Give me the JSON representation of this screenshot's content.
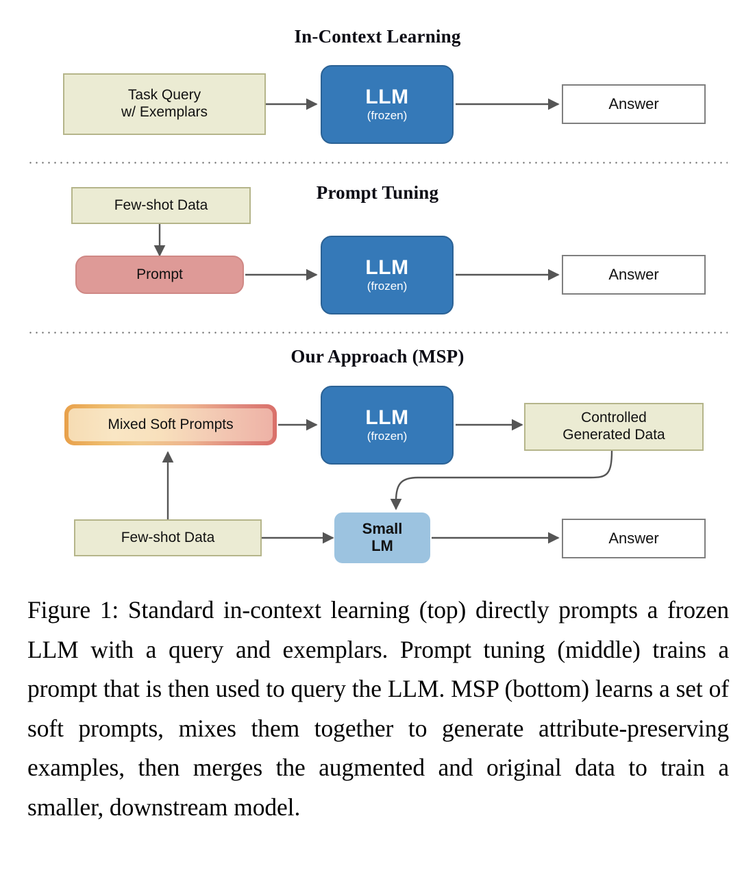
{
  "figure": {
    "caption": "Figure 1: Standard in-context learning (top) directly prompts a frozen LLM with a query and exemplars. Prompt tuning (middle) trains a prompt that is then used to query the LLM. MSP (bottom) learns a set of soft prompts, mixes them together to generate attribute-preserving examples, then merges the augmented and original data to train a smaller, downstream model."
  },
  "colors": {
    "khaki_fill": "#EBEBD3",
    "khaki_border": "#B5B58A",
    "llm_blue": "#3579B8",
    "prompt_red": "#DE9A97",
    "small_lm_blue": "#9CC3E0",
    "arrow_gray": "#555555",
    "answer_border": "#7F7F7F",
    "mixed_gradient_start": "#E8A04A",
    "mixed_gradient_end": "#D9706A"
  },
  "panels": [
    {
      "id": "in-context-learning",
      "title": "In-Context Learning",
      "nodes": [
        {
          "id": "task-query",
          "label_lines": [
            "Task Query",
            "w/ Exemplars"
          ],
          "style": "khaki"
        },
        {
          "id": "llm",
          "label": "LLM",
          "sublabel": "(frozen)",
          "style": "llm"
        },
        {
          "id": "answer",
          "label": "Answer",
          "style": "white"
        }
      ],
      "edges": [
        {
          "from": "task-query",
          "to": "llm"
        },
        {
          "from": "llm",
          "to": "answer"
        }
      ]
    },
    {
      "id": "prompt-tuning",
      "title": "Prompt Tuning",
      "nodes": [
        {
          "id": "few-shot-data",
          "label": "Few-shot Data",
          "style": "khaki"
        },
        {
          "id": "prompt",
          "label": "Prompt",
          "style": "prompt"
        },
        {
          "id": "llm",
          "label": "LLM",
          "sublabel": "(frozen)",
          "style": "llm"
        },
        {
          "id": "answer",
          "label": "Answer",
          "style": "white"
        }
      ],
      "edges": [
        {
          "from": "few-shot-data",
          "to": "prompt"
        },
        {
          "from": "prompt",
          "to": "llm"
        },
        {
          "from": "llm",
          "to": "answer"
        }
      ]
    },
    {
      "id": "our-approach-msp",
      "title": "Our Approach (MSP)",
      "nodes": [
        {
          "id": "mixed-soft-prompts",
          "label": "Mixed Soft Prompts",
          "style": "gradient"
        },
        {
          "id": "llm",
          "label": "LLM",
          "sublabel": "(frozen)",
          "style": "llm"
        },
        {
          "id": "controlled-generated-data",
          "label_lines": [
            "Controlled",
            "Generated Data"
          ],
          "style": "khaki"
        },
        {
          "id": "few-shot-data",
          "label": "Few-shot Data",
          "style": "khaki"
        },
        {
          "id": "small-lm",
          "label_lines": [
            "Small",
            "LM"
          ],
          "style": "small-lm"
        },
        {
          "id": "answer",
          "label": "Answer",
          "style": "white"
        }
      ],
      "edges": [
        {
          "from": "mixed-soft-prompts",
          "to": "llm"
        },
        {
          "from": "llm",
          "to": "controlled-generated-data"
        },
        {
          "from": "few-shot-data",
          "to": "mixed-soft-prompts"
        },
        {
          "from": "few-shot-data",
          "to": "small-lm"
        },
        {
          "from": "controlled-generated-data",
          "to": "small-lm"
        },
        {
          "from": "small-lm",
          "to": "answer"
        }
      ]
    }
  ]
}
